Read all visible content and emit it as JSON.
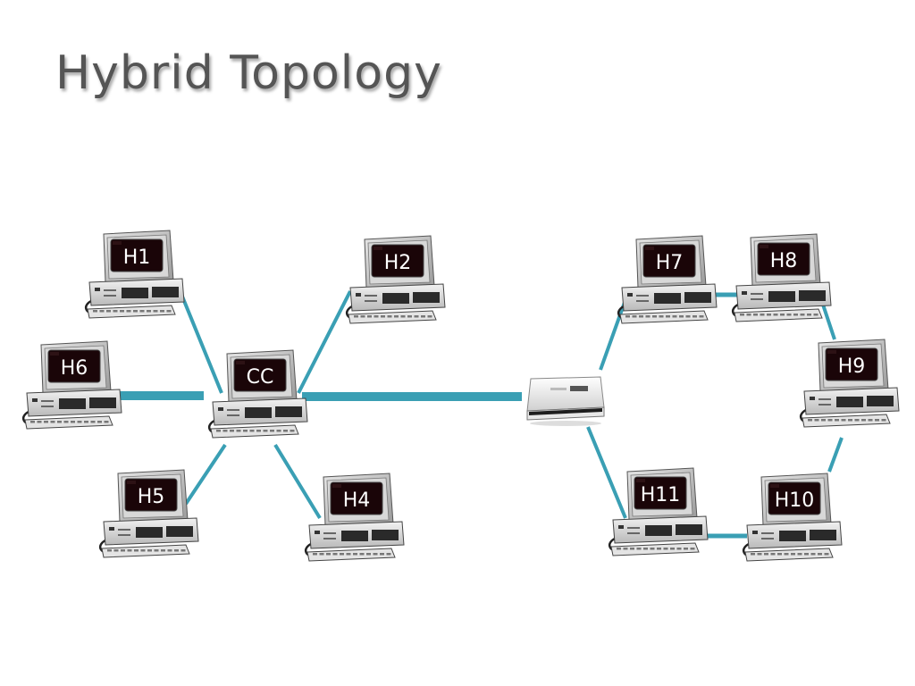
{
  "title": "Hybrid Topology",
  "colors": {
    "link": "#3a9fb4",
    "title": "#555555",
    "screen": "#1a0508",
    "label": "#ffffff"
  },
  "nodes": [
    {
      "id": "H1",
      "label": "H1",
      "icon": "computer-icon"
    },
    {
      "id": "H2",
      "label": "H2",
      "icon": "computer-icon"
    },
    {
      "id": "H4",
      "label": "H4",
      "icon": "computer-icon"
    },
    {
      "id": "H5",
      "label": "H5",
      "icon": "computer-icon"
    },
    {
      "id": "H6",
      "label": "H6",
      "icon": "computer-icon"
    },
    {
      "id": "CC",
      "label": "CC",
      "icon": "computer-icon"
    },
    {
      "id": "H7",
      "label": "H7",
      "icon": "computer-icon"
    },
    {
      "id": "H8",
      "label": "H8",
      "icon": "computer-icon"
    },
    {
      "id": "H9",
      "label": "H9",
      "icon": "computer-icon"
    },
    {
      "id": "H10",
      "label": "H10",
      "icon": "computer-icon"
    },
    {
      "id": "H11",
      "label": "H11",
      "icon": "computer-icon"
    },
    {
      "id": "SW",
      "label": "",
      "icon": "switch-icon"
    }
  ],
  "links": [
    {
      "from": "H1",
      "to": "CC"
    },
    {
      "from": "H2",
      "to": "CC"
    },
    {
      "from": "H6",
      "to": "CC"
    },
    {
      "from": "H5",
      "to": "CC"
    },
    {
      "from": "H4",
      "to": "CC"
    },
    {
      "from": "CC",
      "to": "SW"
    },
    {
      "from": "SW",
      "to": "H7"
    },
    {
      "from": "H7",
      "to": "H8"
    },
    {
      "from": "H8",
      "to": "H9"
    },
    {
      "from": "H9",
      "to": "H10"
    },
    {
      "from": "H10",
      "to": "H11"
    },
    {
      "from": "SW",
      "to": "H11"
    }
  ]
}
